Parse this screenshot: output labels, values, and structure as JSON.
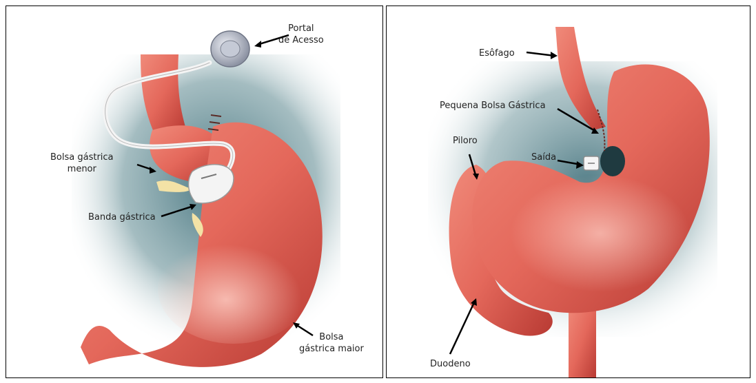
{
  "left_panel": {
    "labels": {
      "portal_line1": "Portal",
      "portal_line2": "de Acesso",
      "small_pouch_line1": "Bolsa gástrica",
      "small_pouch_line2": "menor",
      "band": "Banda gástrica",
      "large_pouch_line1": "Bolsa",
      "large_pouch_line2": "gástrica maior"
    }
  },
  "right_panel": {
    "labels": {
      "esophagus": "Esôfago",
      "small_pouch": "Pequena Bolsa Gástrica",
      "pylorus": "Piloro",
      "outlet": "Saída",
      "duodenum": "Duodeno"
    }
  },
  "colors": {
    "stomach": "#e4685b",
    "stomach_dark": "#b83a33",
    "background_shadow": "#3f6f7a",
    "label_text": "#222222"
  }
}
